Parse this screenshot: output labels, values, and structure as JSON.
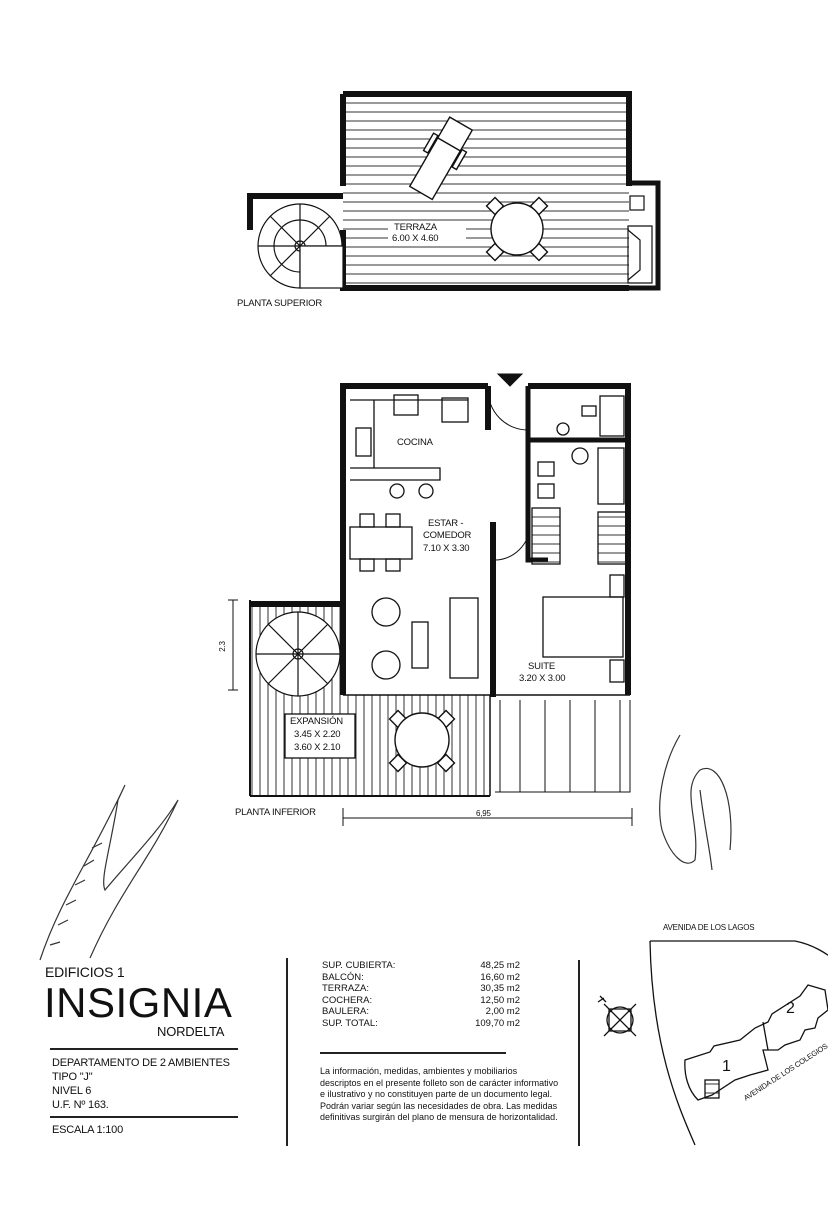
{
  "upper_plan": {
    "title": "PLANTA SUPERIOR",
    "room": {
      "name": "TERRAZA",
      "size": "6.00 X 4.60"
    }
  },
  "lower_plan": {
    "title": "PLANTA INFERIOR",
    "rooms": [
      {
        "name": "COCINA"
      },
      {
        "name": "ESTAR -",
        "name2": "COMEDOR",
        "size": "7.10 X 3.30"
      },
      {
        "name": "SUITE",
        "size": "3.20 X 3.00"
      },
      {
        "name": "EXPANSIÓN",
        "size": "3.45 X 2.20",
        "size2": "3.60 X 2.10"
      }
    ],
    "dimension_height": "2.3",
    "dimension_width": "6,95"
  },
  "header": {
    "building": "EDIFICIOS 1",
    "brand": "INSIGNIA",
    "location": "NORDELTA"
  },
  "unit": {
    "description": "DEPARTAMENTO DE 2 AMBIENTES",
    "type": "TIPO \"J\"",
    "level": "NIVEL 6",
    "uf": "U.F. Nº 163.",
    "scale": "ESCALA 1:100"
  },
  "areas": [
    {
      "label": "SUP. CUBIERTA:",
      "value": "48,25 m2"
    },
    {
      "label": "BALCÓN:",
      "value": "16,60 m2"
    },
    {
      "label": "TERRAZA:",
      "value": "30,35 m2"
    },
    {
      "label": "COCHERA:",
      "value": "12,50 m2"
    },
    {
      "label": "BAULERA:",
      "value": "2,00 m2"
    },
    {
      "label": "SUP. TOTAL:",
      "value": "109,70 m2"
    }
  ],
  "disclaimer": "La información, medidas, ambientes y mobiliarios descriptos en el presente folleto son de carácter informativo e ilustrativo y no constituyen parte de un documento legal. Podrán variar según las necesidades de obra. Las medidas definitivas surgirán del plano de mensura de horizontalidad.",
  "site_plan": {
    "street_top": "AVENIDA DE LOS LAGOS",
    "street_bottom": "AVENIDA DE LOS COLEGIOS",
    "buildings": [
      "1",
      "2"
    ]
  }
}
